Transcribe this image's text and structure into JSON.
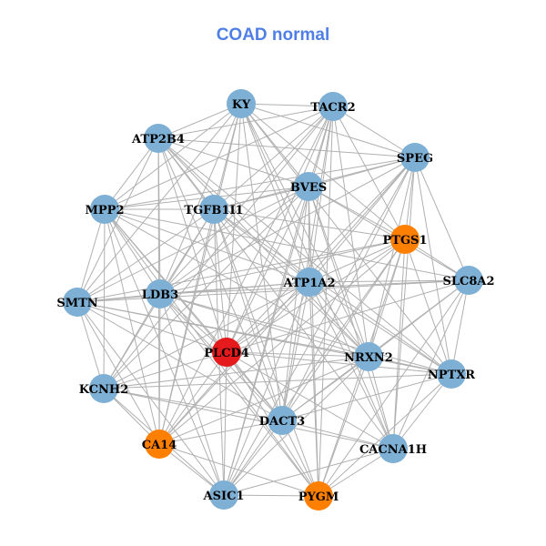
{
  "title": "COAD normal",
  "colors": {
    "default": "#7eb0d5",
    "orange": "#ff7f00",
    "red": "#e41a1c",
    "edge": "#b0b0b0"
  },
  "nodes": [
    {
      "id": "KY",
      "color": "#7eb0d5"
    },
    {
      "id": "TACR2",
      "color": "#7eb0d5"
    },
    {
      "id": "ATP2B4",
      "color": "#7eb0d5"
    },
    {
      "id": "SPEG",
      "color": "#7eb0d5"
    },
    {
      "id": "BVES",
      "color": "#7eb0d5"
    },
    {
      "id": "MPP2",
      "color": "#7eb0d5"
    },
    {
      "id": "TGFB1I1",
      "color": "#7eb0d5"
    },
    {
      "id": "PTGS1",
      "color": "#ff7f00"
    },
    {
      "id": "SLC8A2",
      "color": "#7eb0d5"
    },
    {
      "id": "ATP1A2",
      "color": "#7eb0d5"
    },
    {
      "id": "LDB3",
      "color": "#7eb0d5"
    },
    {
      "id": "SMTN",
      "color": "#7eb0d5"
    },
    {
      "id": "PLCD4",
      "color": "#e41a1c"
    },
    {
      "id": "NRXN2",
      "color": "#7eb0d5"
    },
    {
      "id": "NPTXR",
      "color": "#7eb0d5"
    },
    {
      "id": "KCNH2",
      "color": "#7eb0d5"
    },
    {
      "id": "DACT3",
      "color": "#7eb0d5"
    },
    {
      "id": "CA14",
      "color": "#ff7f00"
    },
    {
      "id": "CACNA1H",
      "color": "#7eb0d5"
    },
    {
      "id": "ASIC1",
      "color": "#7eb0d5"
    },
    {
      "id": "PYGM",
      "color": "#ff7f00"
    }
  ],
  "edges": {
    "KY": [
      "TACR2",
      "ATP2B4",
      "BVES",
      "MPP2",
      "TGFB1I1",
      "PTGS1",
      "ATP1A2",
      "LDB3",
      "SMTN",
      "PLCD4",
      "NRXN2",
      "NPTXR",
      "DACT3",
      "CA14",
      "CACNA1H",
      "SPEG"
    ],
    "TACR2": [
      "ATP2B4",
      "SPEG",
      "BVES",
      "TGFB1I1",
      "PTGS1",
      "ATP1A2",
      "LDB3",
      "PLCD4",
      "NRXN2",
      "KCNH2",
      "DACT3",
      "CA14",
      "ASIC1",
      "PYGM",
      "MPP2"
    ],
    "ATP2B4": [
      "SPEG",
      "BVES",
      "MPP2",
      "TGFB1I1",
      "ATP1A2",
      "LDB3",
      "SMTN",
      "PLCD4",
      "NRXN2",
      "NPTXR",
      "CA14",
      "CACNA1H",
      "DACT3"
    ],
    "SPEG": [
      "BVES",
      "TGFB1I1",
      "PTGS1",
      "SLC8A2",
      "ATP1A2",
      "LDB3",
      "PLCD4",
      "NRXN2",
      "NPTXR",
      "DACT3",
      "CA14",
      "CACNA1H",
      "ASIC1",
      "MPP2"
    ],
    "BVES": [
      "MPP2",
      "TGFB1I1",
      "PTGS1",
      "SLC8A2",
      "ATP1A2",
      "LDB3",
      "SMTN",
      "PLCD4",
      "NRXN2",
      "KCNH2",
      "DACT3",
      "CACNA1H",
      "ASIC1",
      "PYGM"
    ],
    "MPP2": [
      "TGFB1I1",
      "ATP1A2",
      "LDB3",
      "SMTN",
      "PLCD4",
      "NRXN2",
      "KCNH2",
      "DACT3",
      "CA14",
      "ASIC1",
      "PYGM",
      "SLC8A2"
    ],
    "TGFB1I1": [
      "PTGS1",
      "ATP1A2",
      "LDB3",
      "SMTN",
      "PLCD4",
      "NRXN2",
      "NPTXR",
      "KCNH2",
      "DACT3",
      "CA14",
      "ASIC1",
      "PYGM"
    ],
    "PTGS1": [
      "SLC8A2",
      "ATP1A2",
      "LDB3",
      "PLCD4",
      "NRXN2",
      "NPTXR",
      "DACT3",
      "CA14",
      "CACNA1H",
      "ASIC1",
      "PYGM",
      "SMTN"
    ],
    "SLC8A2": [
      "ATP1A2",
      "LDB3",
      "SMTN",
      "PLCD4",
      "NRXN2",
      "NPTXR",
      "DACT3",
      "CACNA1H",
      "PYGM"
    ],
    "ATP1A2": [
      "LDB3",
      "SMTN",
      "PLCD4",
      "NRXN2",
      "NPTXR",
      "KCNH2",
      "DACT3",
      "CA14",
      "CACNA1H",
      "ASIC1",
      "PYGM"
    ],
    "LDB3": [
      "SMTN",
      "PLCD4",
      "NRXN2",
      "KCNH2",
      "DACT3",
      "CA14",
      "ASIC1",
      "PYGM",
      "NPTXR"
    ],
    "SMTN": [
      "PLCD4",
      "NRXN2",
      "NPTXR",
      "KCNH2",
      "DACT3",
      "CA14",
      "ASIC1"
    ],
    "PLCD4": [
      "NRXN2",
      "KCNH2",
      "DACT3",
      "CA14",
      "CACNA1H",
      "ASIC1",
      "PYGM",
      "NPTXR"
    ],
    "NRXN2": [
      "NPTXR",
      "DACT3",
      "CA14",
      "CACNA1H",
      "ASIC1",
      "PYGM",
      "KCNH2"
    ],
    "NPTXR": [
      "DACT3",
      "CACNA1H",
      "PYGM",
      "KCNH2"
    ],
    "KCNH2": [
      "DACT3",
      "CA14",
      "ASIC1",
      "CACNA1H"
    ],
    "DACT3": [
      "CA14",
      "CACNA1H",
      "ASIC1",
      "PYGM"
    ],
    "CA14": [
      "ASIC1",
      "PYGM"
    ],
    "CACNA1H": [
      "PYGM",
      "ASIC1"
    ],
    "ASIC1": [
      "PYGM"
    ]
  }
}
